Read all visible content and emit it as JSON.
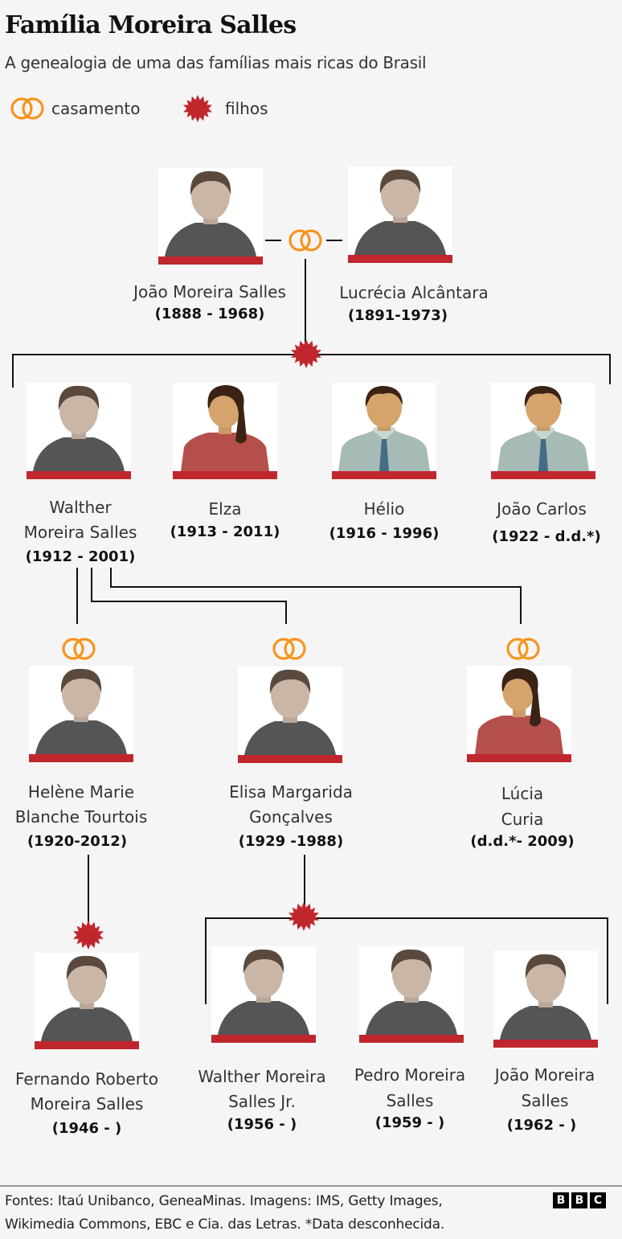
{
  "header": {
    "title": "Família Moreira Salles",
    "subtitle": "A genealogia de uma das famílias mais ricas do Brasil"
  },
  "legend": {
    "marriage": {
      "label": "casamento",
      "icon": "rings-icon",
      "color": "#f7941d"
    },
    "children": {
      "label": "filhos",
      "icon": "starburst-icon",
      "color": "#c0272d"
    }
  },
  "colors": {
    "accent_red": "#c0272d",
    "ring_orange": "#f7941d",
    "line": "#111111",
    "background": "#f5f5f5"
  },
  "generation1": [
    {
      "name": "João Moreira Salles",
      "dates": "(1888 - 1968)",
      "photo": "photo"
    },
    {
      "name": "Lucrécia Alcântara",
      "dates": "(1891-1973)",
      "photo": "photo"
    }
  ],
  "generation2": [
    {
      "name_line1": "Walther",
      "name_line2": "Moreira Salles",
      "dates": "(1912 - 2001)",
      "photo": "photo"
    },
    {
      "name_line1": "Elza",
      "dates": "(1913 - 2011)",
      "photo": "female-silhouette"
    },
    {
      "name_line1": "Hélio",
      "dates": "(1916 - 1996)",
      "photo": "male-silhouette"
    },
    {
      "name_line1": "João Carlos",
      "dates": "(1922 - d.d.*)",
      "photo": "male-silhouette"
    }
  ],
  "spouses": [
    {
      "name_line1": "Helène Marie",
      "name_line2": "Blanche Tourtois",
      "dates": "(1920-2012)",
      "photo": "photo"
    },
    {
      "name_line1": "Elisa Margarida",
      "name_line2": "Gonçalves",
      "dates": "(1929 -1988)",
      "photo": "photo"
    },
    {
      "name_line1": "Lúcia",
      "name_line2": "Curia",
      "dates": "(d.d.*- 2009)",
      "photo": "female-silhouette"
    }
  ],
  "generation3": [
    {
      "name_line1": "Fernando Roberto",
      "name_line2": "Moreira Salles",
      "dates": "(1946 - )",
      "photo": "photo"
    },
    {
      "name_line1": "Walther Moreira",
      "name_line2": "Salles Jr.",
      "dates": "(1956 - )",
      "photo": "photo"
    },
    {
      "name_line1": "Pedro Moreira",
      "name_line2": "Salles",
      "dates": "(1959 - )",
      "photo": "photo"
    },
    {
      "name_line1": "João Moreira",
      "name_line2": "Salles",
      "dates": "(1962 - )",
      "photo": "photo"
    }
  ],
  "footer": {
    "sources_line1": "Fontes: Itaú Unibanco, GeneaMinas. Imagens: IMS, Getty Images,",
    "sources_line2": "Wikimedia Commons, EBC e Cia. das Letras. *Data desconhecida.",
    "logo": [
      "B",
      "B",
      "C"
    ]
  }
}
